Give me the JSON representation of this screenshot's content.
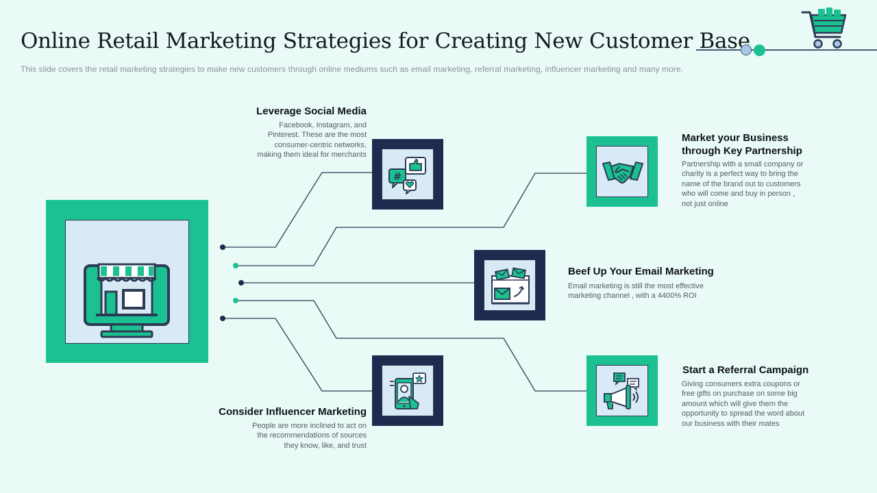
{
  "header": {
    "title": "Online Retail Marketing Strategies for Creating New Customer Base",
    "subtitle": "This slide covers the retail marketing strategies to make new customers through online mediums such as email marketing, referral  marketing, influencer marketing and many more."
  },
  "colors": {
    "background": "#eafaf6",
    "accent_green": "#1bc191",
    "navy": "#1d2b4f",
    "panel": "#d9eaf7",
    "connector": "#2d3a55"
  },
  "icons": {
    "header": "shopping-cart-icon",
    "hub": "online-store-monitor-icon",
    "social": "social-media-icon",
    "partnership": "handshake-icon",
    "email": "email-marketing-icon",
    "influencer": "influencer-phone-icon",
    "referral": "megaphone-referral-icon"
  },
  "strategies": {
    "social": {
      "title": "Leverage Social Media",
      "desc": [
        "Facebook, Instagram, and",
        "Pinterest. These are the most",
        "consumer-centric networks,",
        "making them ideal for merchants"
      ]
    },
    "partnership": {
      "title": [
        "Market your Business",
        "through Key Partnership"
      ],
      "desc": [
        "Partnership with a small company or",
        "charity is a perfect way to  bring the",
        "name of the brand out to customers",
        "who will come and buy in person ,",
        "not just online"
      ]
    },
    "email": {
      "title": "Beef Up Your Email Marketing",
      "desc": [
        "Email marketing is still the most effective",
        "marketing channel , with a 4400% ROI"
      ]
    },
    "influencer": {
      "title": "Consider Influencer Marketing",
      "desc": [
        "People are more inclined to act on",
        "the recommendations of sources",
        "they know, like, and trust"
      ]
    },
    "referral": {
      "title": "Start a Referral Campaign",
      "desc": [
        "Giving consumers extra coupons or",
        "free gifts on purchase on some big",
        "amount which will give them the",
        "opportunity to spread the word about",
        "our business with their mates"
      ]
    }
  }
}
